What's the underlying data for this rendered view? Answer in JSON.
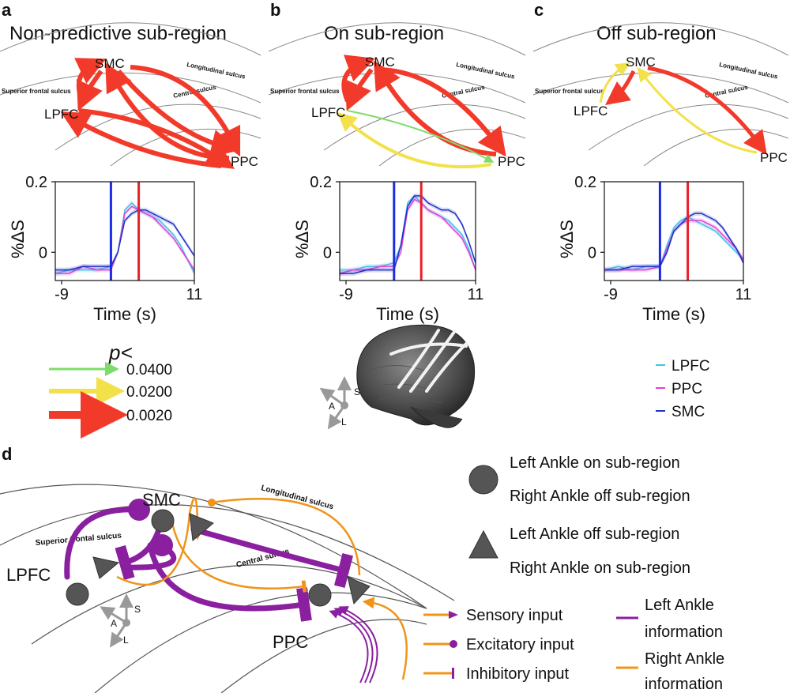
{
  "panels": [
    {
      "letter": "a",
      "title": "Non-predictive sub-region"
    },
    {
      "letter": "b",
      "title": "On sub-region"
    },
    {
      "letter": "c",
      "title": "Off sub-region"
    }
  ],
  "panel_d_letter": "d",
  "regions": {
    "smc": "SMC",
    "lpfc": "LPFC",
    "ppc": "PPC"
  },
  "sulci": {
    "longitudinal": "Longitudinal sulcus",
    "superior_frontal": "Superior frontal sulcus",
    "central": "Central sulcus"
  },
  "plot_axes": {
    "ylabel": "%ΔS",
    "xlabel": "Time (s)",
    "y_ticks": [
      "0.2",
      "0"
    ],
    "x_ticks": [
      "-9",
      "11"
    ]
  },
  "pvalue_legend": {
    "title": "p<",
    "items": [
      {
        "label": "0.0400",
        "color": "#7fdc6a"
      },
      {
        "label": "0.0200",
        "color": "#f2e14a"
      },
      {
        "label": "0.0020",
        "color": "#f23a2a"
      }
    ]
  },
  "trace_legend": [
    {
      "label": "LPFC",
      "color": "#3cc4e6"
    },
    {
      "label": "PPC",
      "color": "#e040d8"
    },
    {
      "label": "SMC",
      "color": "#2030c8"
    }
  ],
  "orientation": {
    "s": "S",
    "a": "A",
    "l": "L"
  },
  "shape_legend": [
    {
      "shape": "circle",
      "lines": [
        "Left Ankle on sub-region",
        "Right Ankle off sub-region"
      ]
    },
    {
      "shape": "triangle",
      "lines": [
        "Left Ankle off sub-region",
        "Right Ankle on sub-region"
      ]
    }
  ],
  "input_legend": [
    {
      "label": "Sensory input",
      "marker": "arrow"
    },
    {
      "label": "Excitatory input",
      "marker": "dot"
    },
    {
      "label": "Inhibitory input",
      "marker": "bar"
    }
  ],
  "info_legend": [
    {
      "lines": [
        "Left Ankle",
        "information"
      ],
      "color": "#8a1fa0"
    },
    {
      "lines": [
        "Right Ankle",
        "information"
      ],
      "color": "#f0941a"
    }
  ],
  "colors": {
    "red": "#f23a2a",
    "yellow": "#f2e14a",
    "green": "#7fdc6a",
    "purple": "#8a1fa0",
    "orange": "#f0941a",
    "blue_line": "#1a2be0",
    "red_line": "#e8202a",
    "node": "#555555"
  },
  "chart_data": [
    {
      "type": "line",
      "panel": "a",
      "xlim": [
        -9,
        11
      ],
      "ylim": [
        -0.08,
        0.2
      ],
      "x": [
        -9,
        -7,
        -5,
        -3,
        -1,
        0,
        1,
        2,
        3,
        4,
        5,
        6,
        7,
        8,
        9,
        10,
        11
      ],
      "series": [
        {
          "name": "LPFC",
          "values": [
            -0.06,
            -0.05,
            -0.05,
            -0.05,
            -0.04,
            0.0,
            0.12,
            0.14,
            0.12,
            0.11,
            0.1,
            0.09,
            0.07,
            0.05,
            0.02,
            -0.02,
            -0.06
          ]
        },
        {
          "name": "PPC",
          "values": [
            -0.06,
            -0.06,
            -0.04,
            -0.05,
            -0.05,
            0.0,
            0.11,
            0.13,
            0.12,
            0.11,
            0.1,
            0.08,
            0.06,
            0.04,
            0.01,
            -0.02,
            -0.05
          ]
        },
        {
          "name": "SMC",
          "values": [
            -0.05,
            -0.05,
            -0.04,
            -0.04,
            -0.04,
            0.0,
            0.09,
            0.11,
            0.12,
            0.12,
            0.11,
            0.1,
            0.09,
            0.08,
            0.05,
            0.02,
            -0.01
          ]
        }
      ],
      "vlines": [
        -1,
        3
      ]
    },
    {
      "type": "line",
      "panel": "b",
      "xlim": [
        -9,
        11
      ],
      "ylim": [
        -0.08,
        0.2
      ],
      "x": [
        -9,
        -7,
        -5,
        -3,
        -1,
        0,
        1,
        2,
        3,
        4,
        5,
        6,
        7,
        8,
        9,
        10,
        11
      ],
      "series": [
        {
          "name": "LPFC",
          "values": [
            -0.05,
            -0.05,
            -0.04,
            -0.04,
            -0.03,
            0.02,
            0.14,
            0.16,
            0.14,
            0.12,
            0.11,
            0.1,
            0.09,
            0.07,
            0.05,
            0.01,
            -0.05
          ]
        },
        {
          "name": "PPC",
          "values": [
            -0.06,
            -0.05,
            -0.05,
            -0.04,
            -0.04,
            0.0,
            0.12,
            0.15,
            0.14,
            0.12,
            0.11,
            0.1,
            0.08,
            0.06,
            0.04,
            0.0,
            -0.05
          ]
        },
        {
          "name": "SMC",
          "values": [
            -0.06,
            -0.06,
            -0.05,
            -0.05,
            -0.05,
            0.02,
            0.13,
            0.16,
            0.16,
            0.14,
            0.13,
            0.12,
            0.12,
            0.11,
            0.08,
            0.03,
            -0.03
          ]
        }
      ],
      "vlines": [
        -1,
        3
      ]
    },
    {
      "type": "line",
      "panel": "c",
      "xlim": [
        -9,
        11
      ],
      "ylim": [
        -0.08,
        0.2
      ],
      "x": [
        -9,
        -7,
        -5,
        -3,
        -1,
        0,
        1,
        2,
        3,
        4,
        5,
        6,
        7,
        8,
        9,
        10,
        11
      ],
      "series": [
        {
          "name": "LPFC",
          "values": [
            -0.05,
            -0.04,
            -0.05,
            -0.04,
            -0.04,
            0.02,
            0.07,
            0.09,
            0.1,
            0.09,
            0.08,
            0.07,
            0.06,
            0.04,
            0.02,
            0.0,
            -0.02
          ]
        },
        {
          "name": "PPC",
          "values": [
            -0.05,
            -0.05,
            -0.05,
            -0.05,
            -0.04,
            0.01,
            0.06,
            0.08,
            0.09,
            0.09,
            0.09,
            0.08,
            0.07,
            0.05,
            0.03,
            0.01,
            -0.02
          ]
        },
        {
          "name": "SMC",
          "values": [
            -0.05,
            -0.05,
            -0.04,
            -0.04,
            -0.04,
            0.0,
            0.06,
            0.08,
            0.1,
            0.11,
            0.11,
            0.1,
            0.09,
            0.07,
            0.04,
            0.01,
            -0.03
          ]
        }
      ],
      "vlines": [
        -1,
        3
      ]
    }
  ]
}
